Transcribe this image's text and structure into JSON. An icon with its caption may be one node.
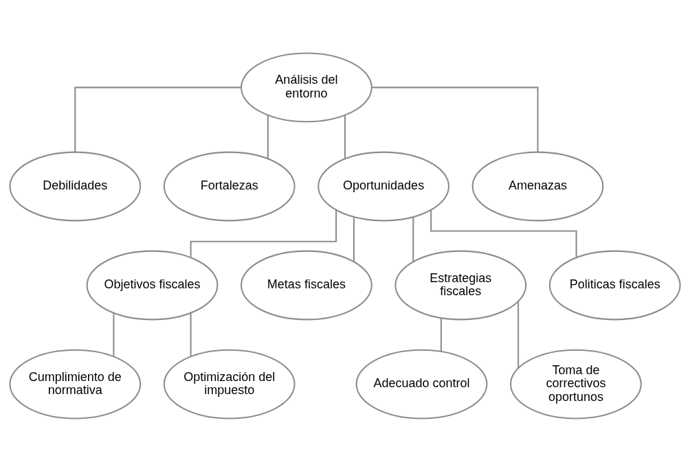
{
  "diagram": {
    "nodes": [
      {
        "text": [
          "Análisis del entorno"
        ]
      },
      {
        "text": [
          "Debilidades"
        ]
      },
      {
        "text": [
          "Fortalezas"
        ]
      },
      {
        "text": [
          "Oportunidades"
        ]
      },
      {
        "text": [
          "Amenazas"
        ]
      },
      {
        "text": [
          "Objetivos fiscales"
        ]
      },
      {
        "text": [
          "Metas fiscales"
        ]
      },
      {
        "text": [
          "Estrategias fiscales"
        ]
      },
      {
        "text": [
          "Politicas fiscales"
        ]
      },
      {
        "text": [
          "Cumplimiento de normativa"
        ]
      },
      {
        "text": [
          "Optimización del impuesto"
        ]
      },
      {
        "text": [
          "Adecuado control"
        ]
      },
      {
        "text": [
          "Toma de correctivos oportunos"
        ]
      }
    ],
    "edges": [
      {
        "from": 0,
        "to": 1,
        "arrow": "none"
      },
      {
        "from": 0,
        "to": 2,
        "arrow": "none"
      },
      {
        "from": 0,
        "to": 3,
        "arrow": "none"
      },
      {
        "from": 0,
        "to": 4,
        "arrow": "none"
      },
      {
        "from": 3,
        "to": 5,
        "arrow": "none"
      },
      {
        "from": 3,
        "to": 6,
        "arrow": "none"
      },
      {
        "from": 3,
        "to": 7,
        "arrow": "none"
      },
      {
        "from": 3,
        "to": 8,
        "arrow": "none"
      },
      {
        "from": 5,
        "to": 9,
        "arrow": "none"
      },
      {
        "from": 5,
        "to": 10,
        "arrow": "none"
      },
      {
        "from": 7,
        "to": 11,
        "arrow": "none"
      },
      {
        "from": 7,
        "to": 12,
        "arrow": "none"
      }
    ]
  }
}
